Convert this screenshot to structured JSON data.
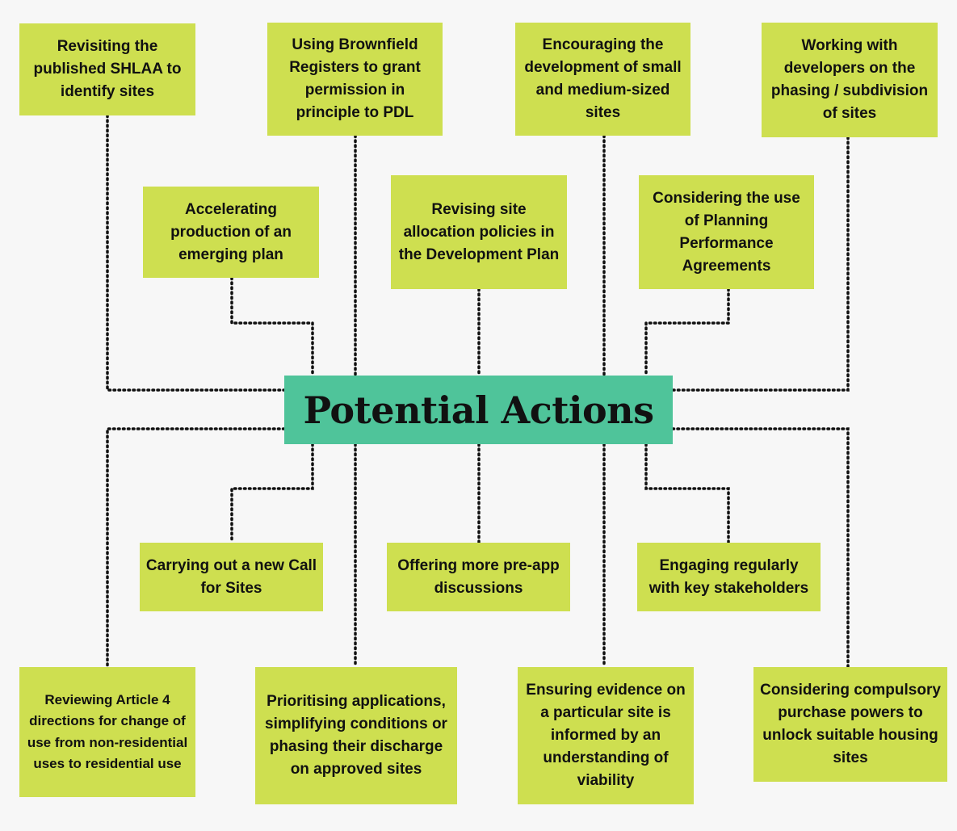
{
  "center": {
    "label": "Potential Actions"
  },
  "actions": [
    {
      "text": "Revisiting the published SHLAA to identify sites"
    },
    {
      "text": "Using Brownfield Registers to grant permission in principle to PDL"
    },
    {
      "text": "Encouraging the development of small and medium-sized sites"
    },
    {
      "text": "Working with developers on the phasing / subdivision of sites"
    },
    {
      "text": "Accelerating production of an emerging plan"
    },
    {
      "text": "Revising site allocation policies in the Development Plan"
    },
    {
      "text": "Considering the use of Planning Performance Agreements"
    },
    {
      "text": "Carrying out a new Call for Sites"
    },
    {
      "text": "Offering more pre-app discussions"
    },
    {
      "text": "Engaging regularly with key stakeholders"
    },
    {
      "text": "Reviewing Article 4 directions for change of use from non-residential uses to residential use"
    },
    {
      "text": "Prioritising applications, simplifying conditions or phasing their discharge on approved sites"
    },
    {
      "text": "Ensuring evidence on a particular site is informed by an understanding of viability"
    },
    {
      "text": "Considering compulsory purchase powers to unlock suitable housing sites"
    }
  ],
  "colors": {
    "box_fill": "#cedf50",
    "center_fill": "#4fc49a",
    "text": "#111111",
    "connector": "#111111",
    "background": "#f7f7f7"
  }
}
